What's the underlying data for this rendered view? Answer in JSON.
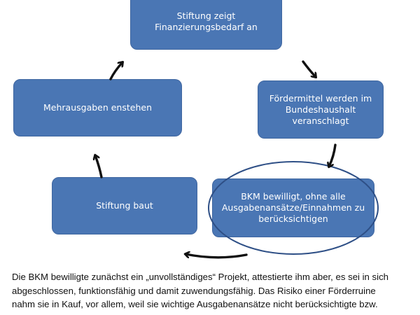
{
  "diagram": {
    "nodes": [
      {
        "id": "top",
        "label": "Stiftung zeigt\nFinanzierungsbedarf an"
      },
      {
        "id": "right",
        "label": "Fördermittel werden im\nBundeshaushalt\nveranschlagt"
      },
      {
        "id": "bottom_right",
        "label": "BKM bewilligt, ohne alle\nAusgabenansätze/Einnahmen zu\nberücksichtigen",
        "highlighted": true
      },
      {
        "id": "bottom_left",
        "label": "Stiftung baut"
      },
      {
        "id": "left",
        "label": "Mehrausgaben enstehen"
      }
    ],
    "edges": [
      {
        "from": "top",
        "to": "right"
      },
      {
        "from": "right",
        "to": "bottom_right"
      },
      {
        "from": "bottom_right",
        "to": "bottom_left"
      },
      {
        "from": "bottom_left",
        "to": "left"
      },
      {
        "from": "left",
        "to": "top"
      }
    ],
    "colors": {
      "box_fill": "#4a76b4",
      "box_text": "#ffffff",
      "arrow": "#111111",
      "highlight_ellipse": "#2e4f86"
    }
  },
  "caption": {
    "lines": [
      "Die BKM bewilligte zunächst ein „unvollständiges“ Projekt, attestierte ihm aber, es sei in sich",
      "abgeschlossen, funktionsfähig und damit zuwendungsfähig. Das Risiko einer Förderruine",
      "nahm sie in Kauf, vor allem, weil sie wichtige Ausgabenansätze nicht berücksichtigte bzw."
    ]
  }
}
